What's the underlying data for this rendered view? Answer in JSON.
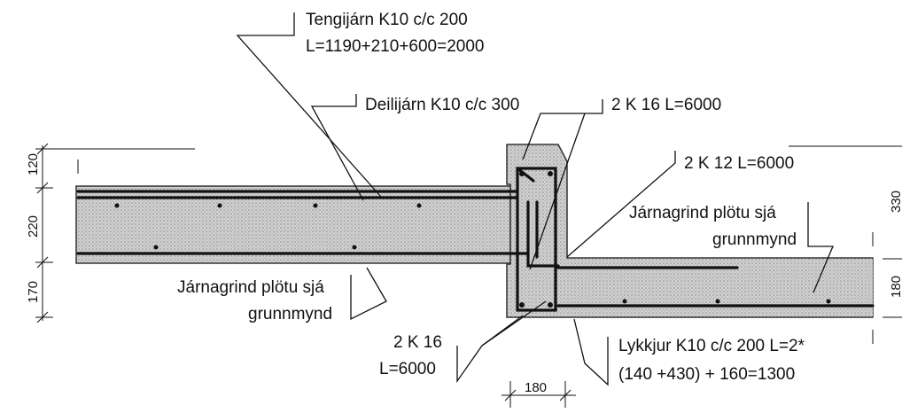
{
  "labels": {
    "tengijarn_line1": "Tengijárn K10 c/c 200",
    "tengijarn_line2": "L=1190+210+600=2000",
    "deilijarn": "Deilijárn K10 c/c 300",
    "top_bars": "2 K 16 L=6000",
    "mid_bars": "2 K 12 L=6000",
    "right_mesh_line1": "Járnagrind plötu sjá",
    "right_mesh_line2": "grunnmynd",
    "left_mesh_line1": "Járnagrind plötu sjá",
    "left_mesh_line2": "grunnmynd",
    "bottom_bars_line1": "2 K 16",
    "bottom_bars_line2": "L=6000",
    "stirrups_line1": "Lykkjur K10 c/c 200 L=2*",
    "stirrups_line2": "(140 +430) + 160=1300"
  },
  "dimensions": {
    "left_top": "120",
    "left_mid": "220",
    "left_bottom": "170",
    "beam_width": "180",
    "right_top": "330",
    "right_bottom": "180"
  }
}
